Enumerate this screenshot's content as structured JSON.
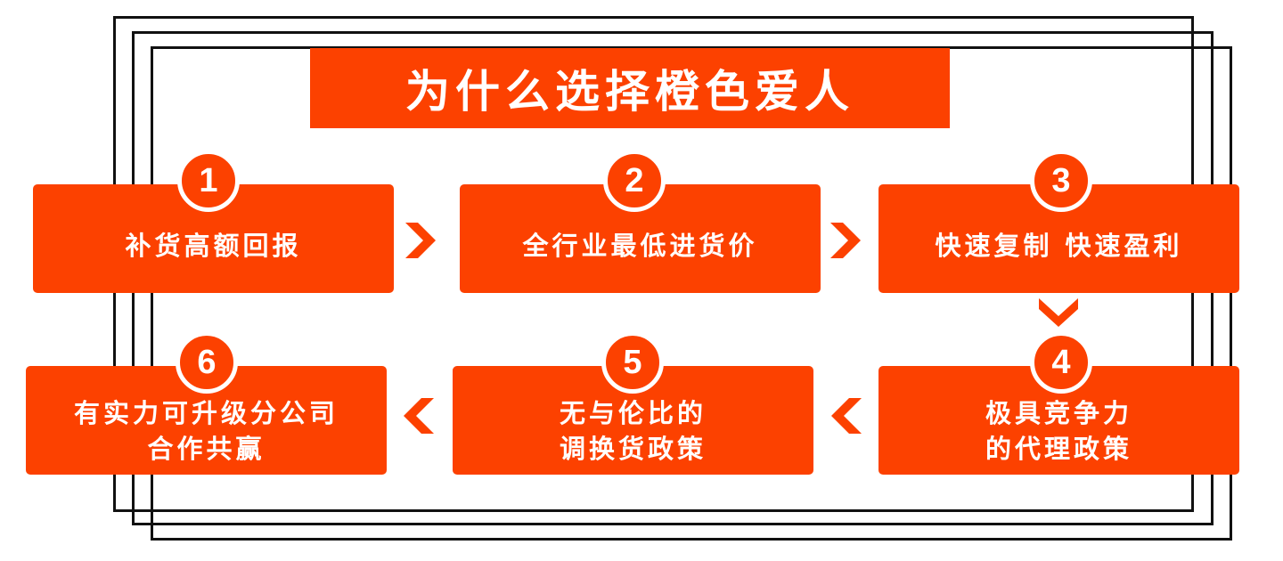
{
  "title": "为什么选择橙色爱人",
  "colors": {
    "accent": "#fc4100",
    "frame": "#111111",
    "background": "#ffffff"
  },
  "steps": [
    {
      "number": "1",
      "label": "补货高额回报"
    },
    {
      "number": "2",
      "label": "全行业最低进货价"
    },
    {
      "number": "3",
      "label": "快速复制 快速盈利"
    },
    {
      "number": "4",
      "label": "极具竞争力\n的代理政策"
    },
    {
      "number": "5",
      "label": "无与伦比的\n调换货政策"
    },
    {
      "number": "6",
      "label": "有实力可升级分公司\n合作共赢"
    }
  ],
  "connectors": [
    "chevron-right-icon",
    "chevron-right-icon",
    "chevron-down-icon",
    "chevron-left-icon",
    "chevron-left-icon"
  ]
}
